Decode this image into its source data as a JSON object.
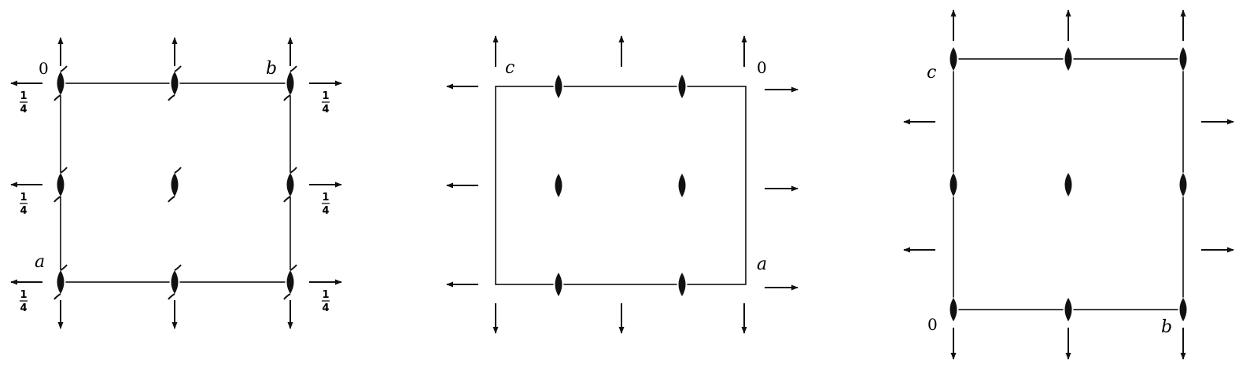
{
  "colors": {
    "ink": "#111111",
    "background": "#ffffff"
  },
  "diagrams": [
    {
      "id": "panel-1",
      "axes": {
        "top_left": "0",
        "top_right": "b",
        "bottom_left": "a"
      },
      "height_fraction": {
        "numerator": "1",
        "denominator": "4"
      },
      "symbol": "two-fold-screw-axis-icon"
    },
    {
      "id": "panel-2",
      "axes": {
        "top_left": "c",
        "top_right": "0",
        "bottom_right": "a"
      },
      "symbol": "two-fold-rotation-axis-icon"
    },
    {
      "id": "panel-3",
      "axes": {
        "top_left": "c",
        "bottom_left": "0",
        "bottom_right": "b"
      },
      "symbol": "two-fold-rotation-axis-icon"
    }
  ]
}
